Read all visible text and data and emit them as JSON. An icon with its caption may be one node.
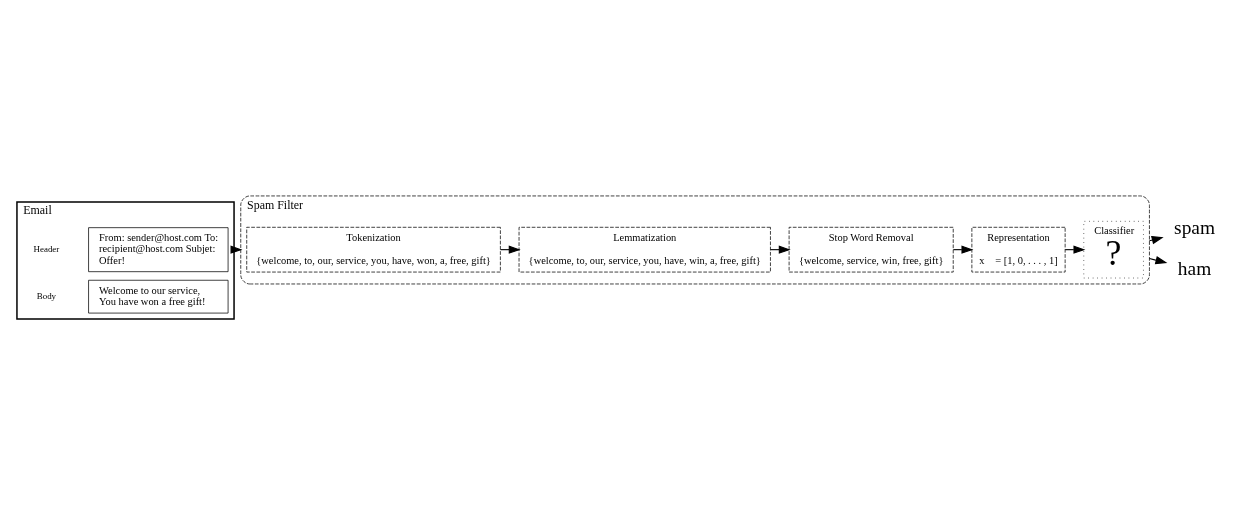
{
  "diagram": {
    "nodes": [
      {
        "text": [
          "Email"
        ]
      },
      {
        "text": [
          "From: sender@host.com To: recipient@host.com Subjet: Offer!"
        ],
        "in": 0,
        "beside": [
          "Header"
        ]
      },
      {
        "text": [
          "Welcome to our service, You have won a free gift!"
        ],
        "in": 0,
        "beside": [
          "Body"
        ]
      },
      {
        "text": [
          "Spam Filter"
        ]
      },
      {
        "text": [
          "Tokenization",
          "{welcome, to, our, service, you, have, won, a, free, gift}"
        ],
        "in": 3
      },
      {
        "text": [
          "Lemmatization",
          "{welcome, to, our, service, you, have, win, a, free, gift}"
        ],
        "in": 3
      },
      {
        "text": [
          "Stop Word Removal",
          "{welcome, service, win, free, gift}"
        ],
        "in": 3
      },
      {
        "text": [
          "Representation",
          "x⃗ = [1, 0, . . . , 1]"
        ],
        "in": 3
      },
      {
        "text": [
          "Classifier",
          "?"
        ],
        "in": 3
      },
      {
        "text": [
          "spam"
        ]
      },
      {
        "text": [
          "ham"
        ]
      }
    ],
    "edges": [
      {
        "from": 0,
        "to": 3,
        "arrow": "to"
      },
      {
        "from": 4,
        "to": 5,
        "arrow": "to"
      },
      {
        "from": 5,
        "to": 6,
        "arrow": "to"
      },
      {
        "from": 6,
        "to": 7,
        "arrow": "to"
      },
      {
        "from": 7,
        "to": 8,
        "arrow": "to"
      },
      {
        "from": 3,
        "to": 9,
        "arrow": "to"
      },
      {
        "from": 3,
        "to": 10,
        "arrow": "to"
      }
    ]
  }
}
